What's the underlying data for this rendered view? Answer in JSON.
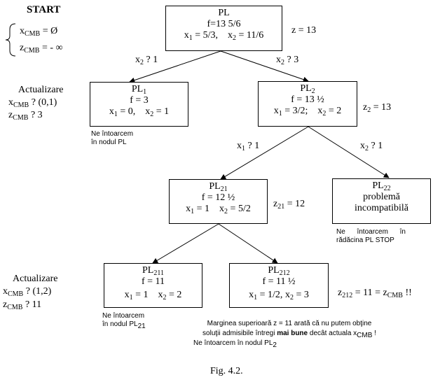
{
  "start": {
    "title": "START",
    "line1": {
      "var": "x",
      "sub": "CMB",
      "rest": " = Ø"
    },
    "line2": {
      "var": "z",
      "sub": "CMB",
      "rest": " = - ∞"
    }
  },
  "nodes": {
    "pl": {
      "name": "PL",
      "name_sub": "",
      "l2": "f=13 5/6",
      "l3a": "x",
      "l3a_sub": "1",
      "l3a_rest": " = 5/3,",
      "l3b": "x",
      "l3b_sub": "2",
      "l3b_rest": " = 11/6"
    },
    "pl1": {
      "name": "PL",
      "name_sub": "1",
      "l2": "f = 3",
      "l3a": "x",
      "l3a_sub": "1",
      "l3a_rest": " = 0,",
      "l3b": "x",
      "l3b_sub": "2",
      "l3b_rest": " = 1"
    },
    "pl2": {
      "name": "PL",
      "name_sub": "2",
      "l2": "f = 13 ½",
      "l3a": "x",
      "l3a_sub": "1",
      "l3a_rest": " = 3/2;",
      "l3b": "x",
      "l3b_sub": "2",
      "l3b_rest": " = 2"
    },
    "pl21": {
      "name": "PL",
      "name_sub": "21",
      "l2": "f = 12 ½",
      "l3a": "x",
      "l3a_sub": "1",
      "l3a_rest": " = 1",
      "l3b": "x",
      "l3b_sub": "2",
      "l3b_rest": " = 5/2"
    },
    "pl22": {
      "name": "PL",
      "name_sub": "22",
      "l2": "problemă",
      "l3": "incompatibilă"
    },
    "pl211": {
      "name": "PL",
      "name_sub": "211",
      "l2": "f = 11",
      "l3a": "x",
      "l3a_sub": "1",
      "l3a_rest": " = 1",
      "l3b": "x",
      "l3b_sub": "2",
      "l3b_rest": " = 2"
    },
    "pl212": {
      "name": "PL",
      "name_sub": "212",
      "l2": "f = 11 ½",
      "l3a": "x",
      "l3a_sub": "1",
      "l3a_rest": " = 1/2,",
      "l3b": "x",
      "l3b_sub": "2",
      "l3b_rest": " = 3"
    }
  },
  "edge_labels": {
    "e1": {
      "var": "x",
      "sub": "2",
      "rest": " ? 1"
    },
    "e2": {
      "var": "x",
      "sub": "2",
      "rest": " ? 3"
    },
    "e3": {
      "var": "x",
      "sub": "1",
      "rest": " ? 1"
    },
    "e4": {
      "var": "x",
      "sub": "2",
      "rest": " ? 1"
    }
  },
  "z_labels": {
    "z": {
      "var": "z",
      "sub": "",
      "rest": " = 13"
    },
    "z2": {
      "var": "z",
      "sub": "2",
      "rest": " = 13"
    },
    "z21": {
      "var": "z",
      "sub": "21",
      "rest": " = 12"
    },
    "z212": {
      "var": "z",
      "sub": "212",
      "rest": " = 11 = z",
      "sub2": "CMB",
      "rest2": " !!"
    }
  },
  "updates": {
    "u1": {
      "title": "Actualizare",
      "l1": {
        "var": "x",
        "sub": "CMB",
        "rest": " ?   (0,1)"
      },
      "l2": {
        "var": "z",
        "sub": "CMB",
        "rest": " ?   3"
      }
    },
    "u2": {
      "title": "Actualizare",
      "l1": {
        "var": "x",
        "sub": "CMB",
        "rest": " ?   (1,2)"
      },
      "l2": {
        "var": "z",
        "sub": "CMB",
        "rest": " ?   11"
      }
    }
  },
  "notes": {
    "n1": {
      "l1": "Ne întoarcem",
      "l2": "în nodul PL"
    },
    "n2": {
      "l1": "Ne      întoarcem      în",
      "l2": "rădăcina PL STOP"
    },
    "n3": {
      "l1": "Ne întoarcem",
      "l2": "în nodul PL",
      "l2_sub": "21"
    },
    "n4": {
      "l1": "Marginea superioară z = 11 arată că nu putem obţine",
      "l2a": "soluţii admisibile întregi ",
      "l2b": "mai bune",
      "l2c": " decât actuala x",
      "l2_sub": "CMB",
      "l2d": " !",
      "l3": "Ne întoarcem în nodul PL",
      "l3_sub": "2"
    }
  },
  "caption": "Fig. 4.2."
}
